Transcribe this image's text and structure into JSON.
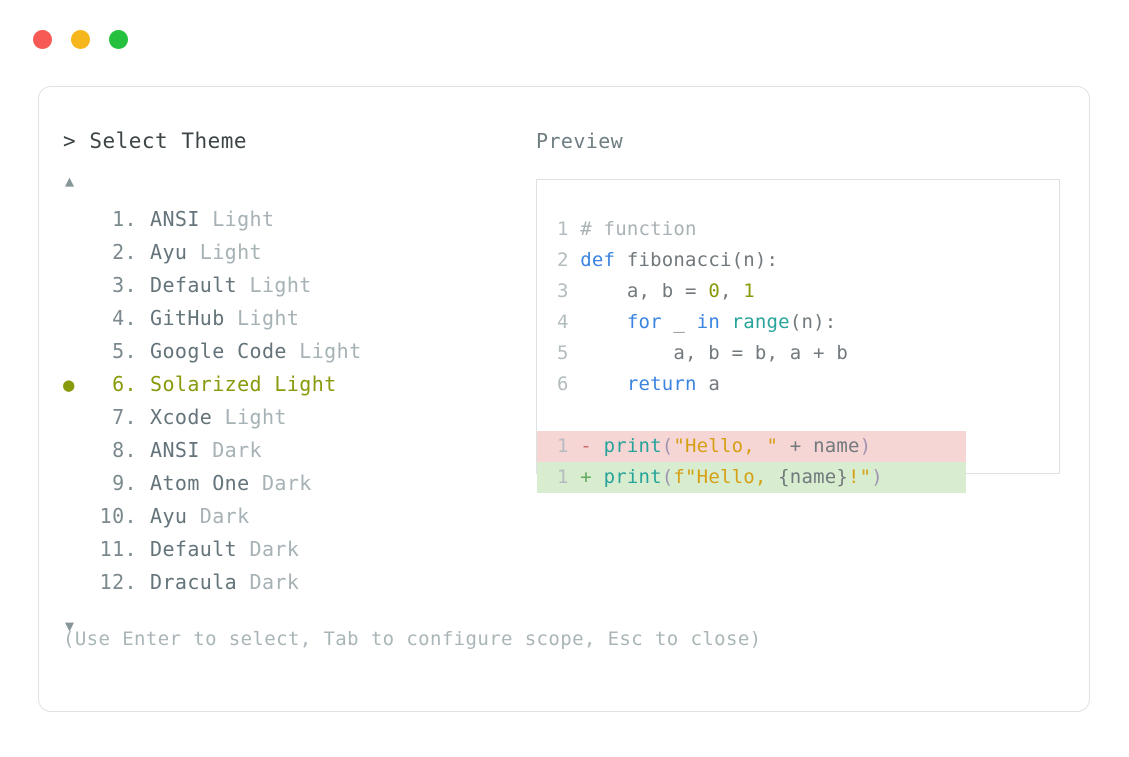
{
  "titlebar": {
    "buttons": [
      {
        "name": "close",
        "color": "#f75a54"
      },
      {
        "name": "minimize",
        "color": "#f6b71e"
      },
      {
        "name": "maximize",
        "color": "#25c03d"
      }
    ]
  },
  "selector": {
    "prompt_symbol": ">",
    "prompt_label": "Select Theme",
    "scroll_up_icon": "▲",
    "scroll_down_icon": "▼",
    "selected_bullet": "●",
    "selected_index": 6,
    "items": [
      {
        "index": "1.",
        "name": "ANSI",
        "variant": "Light",
        "selected": false
      },
      {
        "index": "2.",
        "name": "Ayu",
        "variant": "Light",
        "selected": false
      },
      {
        "index": "3.",
        "name": "Default",
        "variant": "Light",
        "selected": false
      },
      {
        "index": "4.",
        "name": "GitHub",
        "variant": "Light",
        "selected": false
      },
      {
        "index": "5.",
        "name": "Google Code",
        "variant": "Light",
        "selected": false
      },
      {
        "index": "6.",
        "name": "Solarized",
        "variant": "Light",
        "selected": true
      },
      {
        "index": "7.",
        "name": "Xcode",
        "variant": "Light",
        "selected": false
      },
      {
        "index": "8.",
        "name": "ANSI",
        "variant": "Dark",
        "selected": false
      },
      {
        "index": "9.",
        "name": "Atom One",
        "variant": "Dark",
        "selected": false
      },
      {
        "index": "10.",
        "name": "Ayu",
        "variant": "Dark",
        "selected": false
      },
      {
        "index": "11.",
        "name": "Default",
        "variant": "Dark",
        "selected": false
      },
      {
        "index": "12.",
        "name": "Dracula",
        "variant": "Dark",
        "selected": false
      }
    ]
  },
  "preview": {
    "label": "Preview",
    "code_lines": [
      {
        "ln": "1",
        "tokens": [
          {
            "t": "# function",
            "c": "comment"
          }
        ]
      },
      {
        "ln": "2",
        "tokens": [
          {
            "t": "def ",
            "c": "keyword"
          },
          {
            "t": "fibonacci(n):",
            "c": "plain"
          }
        ]
      },
      {
        "ln": "3",
        "tokens": [
          {
            "t": "    a, b = ",
            "c": "plain"
          },
          {
            "t": "0",
            "c": "number"
          },
          {
            "t": ", ",
            "c": "plain"
          },
          {
            "t": "1",
            "c": "number"
          }
        ]
      },
      {
        "ln": "4",
        "tokens": [
          {
            "t": "    ",
            "c": "plain"
          },
          {
            "t": "for",
            "c": "keyword"
          },
          {
            "t": " _ ",
            "c": "plain"
          },
          {
            "t": "in",
            "c": "keyword"
          },
          {
            "t": " ",
            "c": "plain"
          },
          {
            "t": "range",
            "c": "func"
          },
          {
            "t": "(n):",
            "c": "plain"
          }
        ]
      },
      {
        "ln": "5",
        "tokens": [
          {
            "t": "        a, b = b, a + b",
            "c": "plain"
          }
        ]
      },
      {
        "ln": "6",
        "tokens": [
          {
            "t": "    ",
            "c": "plain"
          },
          {
            "t": "return",
            "c": "keyword"
          },
          {
            "t": " a",
            "c": "plain"
          }
        ]
      }
    ],
    "diff_lines": [
      {
        "kind": "del",
        "ln": "1",
        "marker": "-",
        "tokens": [
          {
            "t": "print",
            "c": "func"
          },
          {
            "t": "(",
            "c": "punct"
          },
          {
            "t": "\"Hello, \"",
            "c": "string"
          },
          {
            "t": " + name",
            "c": "plain"
          },
          {
            "t": ")",
            "c": "punct"
          }
        ]
      },
      {
        "kind": "add",
        "ln": "1",
        "marker": "+",
        "tokens": [
          {
            "t": "print",
            "c": "func"
          },
          {
            "t": "(",
            "c": "punct"
          },
          {
            "t": "f\"Hello, ",
            "c": "string"
          },
          {
            "t": "{name}",
            "c": "plain"
          },
          {
            "t": "!\"",
            "c": "string"
          },
          {
            "t": ")",
            "c": "punct"
          }
        ]
      }
    ]
  },
  "footer": {
    "help_text": "(Use Enter to select, Tab to configure scope, Esc to close)"
  },
  "colors": {
    "accent_selected": "#8a9a0d",
    "keyword": "#3b84e0",
    "function": "#27a39a",
    "string": "#d5a015",
    "number": "#8a9a0d",
    "diff_del_bg": "#f6d5d5",
    "diff_add_bg": "#d8edcf",
    "border": "#dfe3e3"
  }
}
